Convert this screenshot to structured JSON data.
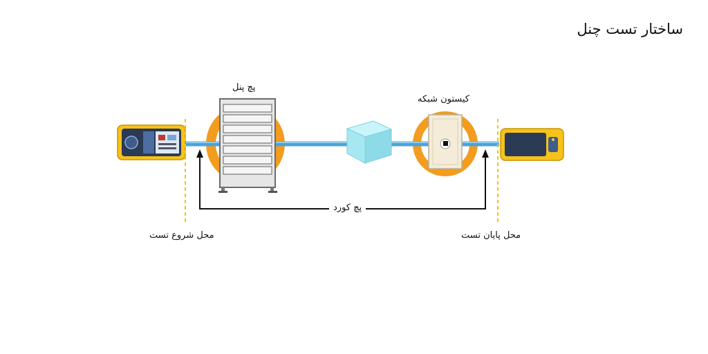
{
  "title": "ساختار تست چنل",
  "labels": {
    "patch_panel": "پچ پنل",
    "keystone": "کیستون شبکه",
    "patch_cord": "پچ کورد",
    "test_start": "محل شروع تست",
    "test_end": "محل پایان تست"
  },
  "colors": {
    "cable": "#4aa3d9",
    "ring": "#f39c1e",
    "boundary": "#f5c400",
    "tester_body": "#f7c21a",
    "cube": "#9ee6f0"
  },
  "icons": {
    "start_device": "main-tester-icon",
    "end_device": "remote-tester-icon",
    "patch_panel": "patch-panel-icon",
    "coupler": "coupler-cube-icon",
    "keystone": "keystone-wall-plate-icon"
  }
}
